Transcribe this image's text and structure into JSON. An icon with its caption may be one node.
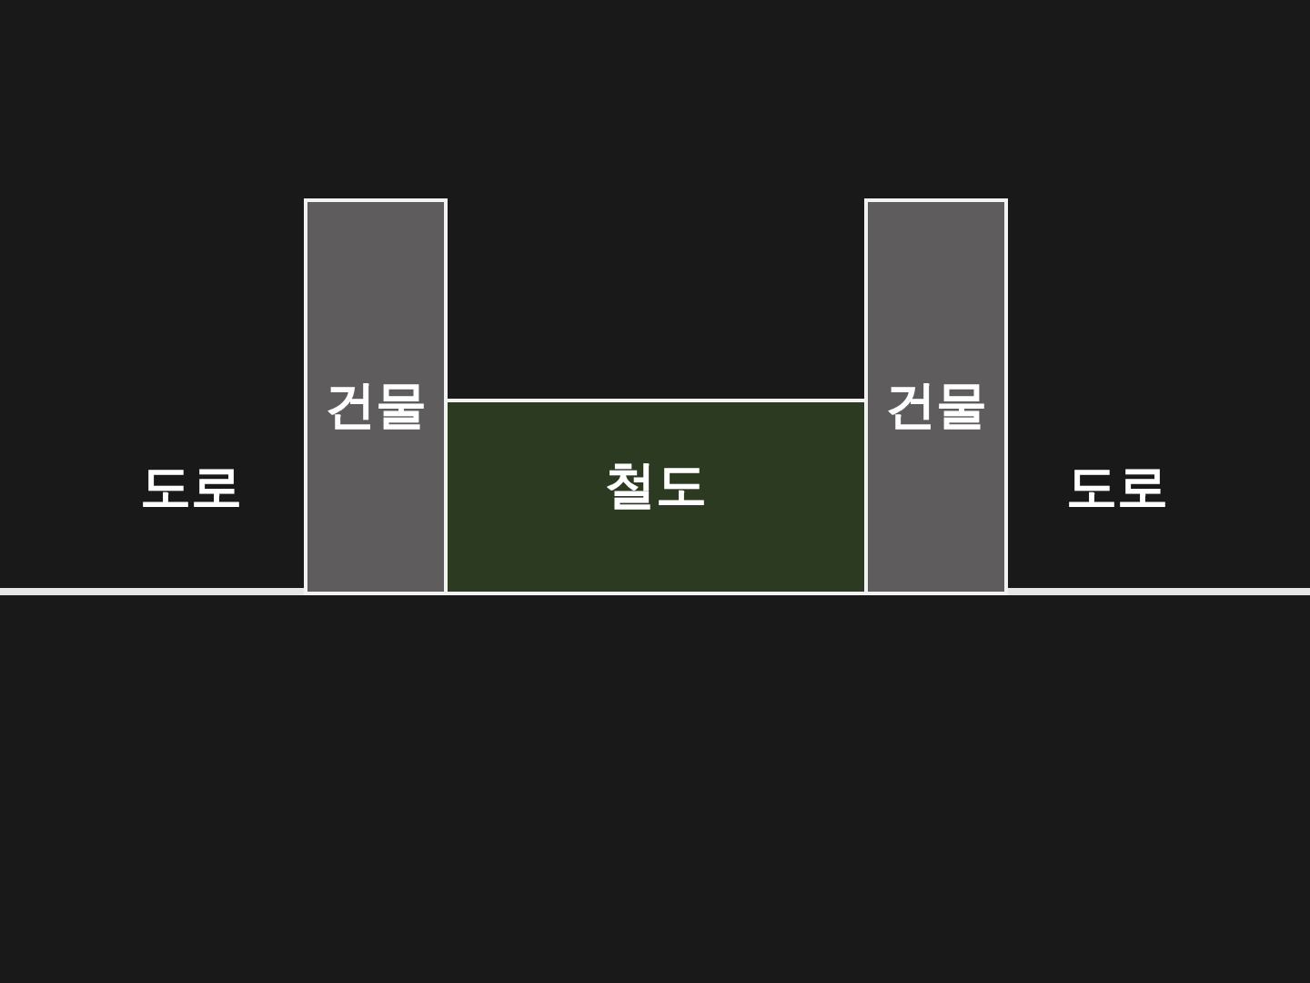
{
  "diagram": {
    "nodes": [
      {
        "text": [
          "건물"
        ]
      },
      {
        "text": [
          "철도"
        ]
      },
      {
        "text": [
          "건물"
        ]
      }
    ],
    "labels": [
      "도로",
      "도로"
    ]
  }
}
